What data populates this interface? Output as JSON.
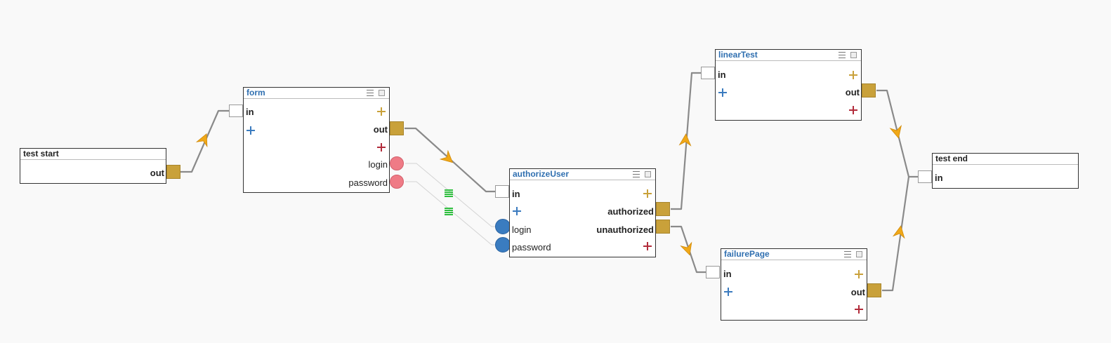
{
  "colors": {
    "background": "#f9f9f9",
    "title_blue": "#2f6fb0",
    "output_port": "#c9a13a",
    "add_plus": "#c9a13a",
    "input_plus": "#3b7bbf",
    "remove_plus": "#b22c3b",
    "param_output": "#ef7b86",
    "param_input": "#3a7cc0",
    "wire": "#8a8a8a",
    "arrow": "#f0a818",
    "data_icon": "#2fbf3f"
  },
  "nodes": {
    "test_start": {
      "title": "test start",
      "out": "out"
    },
    "form": {
      "title": "form",
      "in": "in",
      "out": "out",
      "login": "login",
      "password": "password"
    },
    "authorize_user": {
      "title": "authorizeUser",
      "in": "in",
      "authorized": "authorized",
      "unauthorized": "unauthorized",
      "login": "login",
      "password": "password"
    },
    "linear_test": {
      "title": "linearTest",
      "in": "in",
      "out": "out"
    },
    "failure_page": {
      "title": "failurePage",
      "in": "in",
      "out": "out"
    },
    "test_end": {
      "title": "test end",
      "in": "in"
    }
  },
  "icons": {
    "node_menu": "menu-icon",
    "node_toggle": "checkbox-icon",
    "add_output": "plus-icon",
    "add_input": "plus-icon",
    "remove": "plus-icon",
    "data_mapping": "list-icon",
    "flow_arrow": "arrow-icon"
  }
}
